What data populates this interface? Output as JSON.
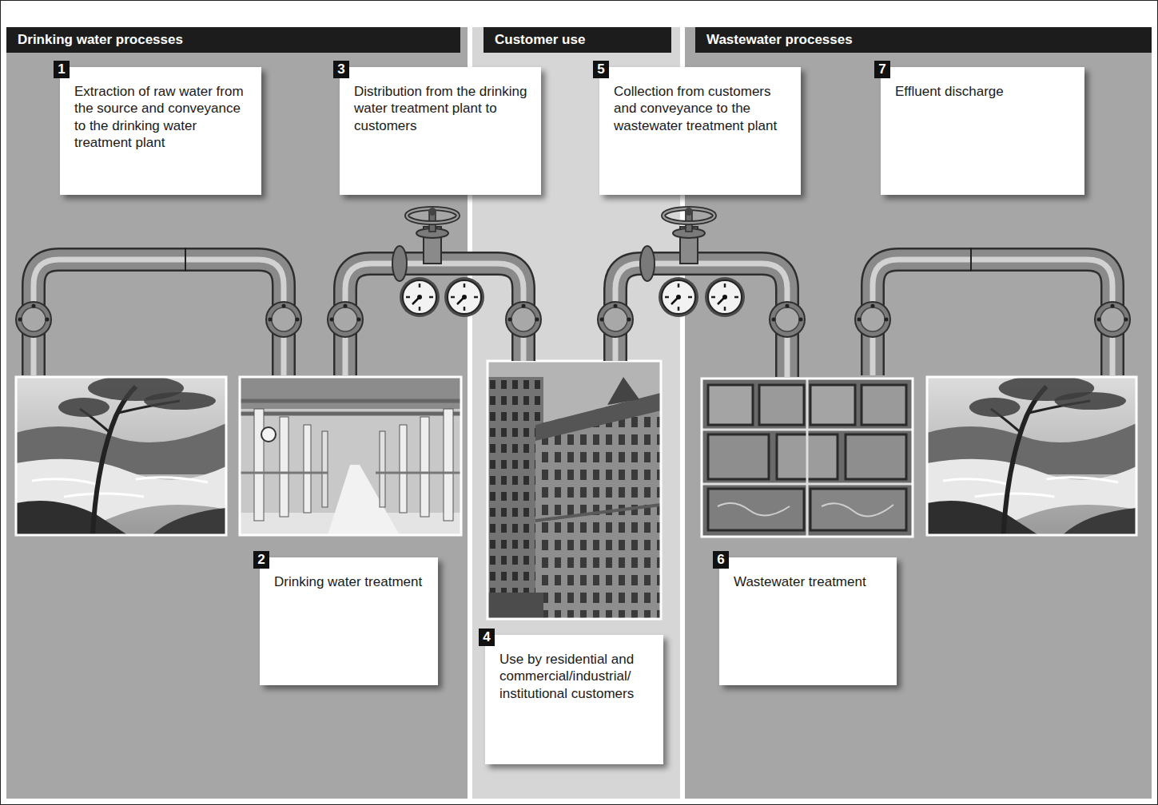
{
  "diagram": {
    "nodes": [
      {
        "text": [
          "Drinking water processes"
        ]
      },
      {
        "text": [
          "1",
          "Extraction of raw water from the source and conveyance to the drinking water treatment plant"
        ],
        "in": 0
      },
      {
        "text": [
          "3",
          "Distribution from the drinking water treatment plant to customers"
        ],
        "in": 0
      },
      {
        "text": [
          "2",
          "Drinking water treatment"
        ],
        "in": 0
      },
      {
        "text": [
          "Customer use"
        ]
      },
      {
        "text": [
          "4",
          "Use by residential and commercial/industrial/ institutional customers"
        ],
        "in": 4
      },
      {
        "text": [
          "Wastewater processes"
        ]
      },
      {
        "text": [
          "5",
          "Collection from customers and conveyance to the wastewater treatment plant"
        ],
        "in": 6
      },
      {
        "text": [
          "7",
          "Effluent discharge"
        ],
        "in": 6
      },
      {
        "text": [
          "6",
          "Wastewater treatment"
        ],
        "in": 6
      }
    ]
  }
}
